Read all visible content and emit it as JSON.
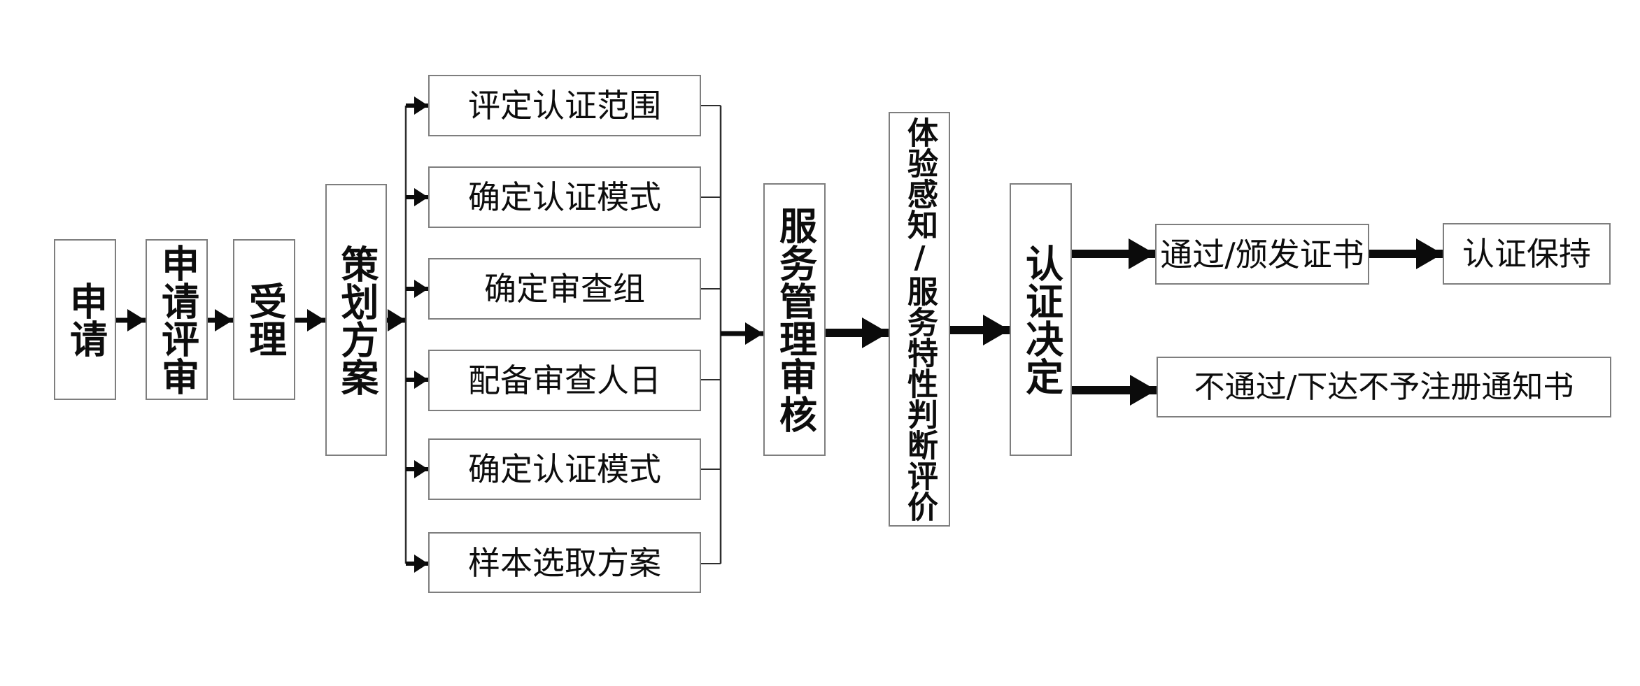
{
  "flow": {
    "nodes": {
      "apply": {
        "label": "申请"
      },
      "apply_review": {
        "label": "申请评审"
      },
      "accept": {
        "label": "受理"
      },
      "plan": {
        "label": "策划方案"
      },
      "plan_item_1": {
        "label": "评定认证范围"
      },
      "plan_item_2": {
        "label": "确定认证模式"
      },
      "plan_item_3": {
        "label": "确定审查组"
      },
      "plan_item_4": {
        "label": "配备审查人日"
      },
      "plan_item_5": {
        "label": "确定认证模式"
      },
      "plan_item_6": {
        "label": "样本选取方案"
      },
      "service_audit": {
        "label": "服务管理审核"
      },
      "perception_eval": {
        "label": "体验感知/服务特性判断评价"
      },
      "decision": {
        "label": "认证决定"
      },
      "pass_issue": {
        "label": "通过/颁发证书"
      },
      "maintain": {
        "label": "认证保持"
      },
      "fail_notice": {
        "label": "不通过/下达不予注册通知书"
      }
    },
    "edges": [
      {
        "from": "apply",
        "to": "apply_review"
      },
      {
        "from": "apply_review",
        "to": "accept"
      },
      {
        "from": "accept",
        "to": "plan"
      },
      {
        "from": "plan",
        "to": "plan_item_1"
      },
      {
        "from": "plan",
        "to": "plan_item_2"
      },
      {
        "from": "plan",
        "to": "plan_item_3"
      },
      {
        "from": "plan",
        "to": "plan_item_4"
      },
      {
        "from": "plan",
        "to": "plan_item_5"
      },
      {
        "from": "plan",
        "to": "plan_item_6"
      },
      {
        "from": "plan_item_1",
        "to": "service_audit"
      },
      {
        "from": "plan_item_2",
        "to": "service_audit"
      },
      {
        "from": "plan_item_3",
        "to": "service_audit"
      },
      {
        "from": "plan_item_4",
        "to": "service_audit"
      },
      {
        "from": "plan_item_5",
        "to": "service_audit"
      },
      {
        "from": "plan_item_6",
        "to": "service_audit"
      },
      {
        "from": "service_audit",
        "to": "perception_eval"
      },
      {
        "from": "perception_eval",
        "to": "decision"
      },
      {
        "from": "decision",
        "to": "pass_issue"
      },
      {
        "from": "decision",
        "to": "fail_notice"
      },
      {
        "from": "pass_issue",
        "to": "maintain"
      }
    ],
    "colors": {
      "background": "#ffffff",
      "box_fill": "#ffffff",
      "box_border": "#7e7e7e",
      "arrow": "#0b0b0b",
      "thin_line": "#2e2e2e",
      "text": "#0d0d0d"
    }
  }
}
